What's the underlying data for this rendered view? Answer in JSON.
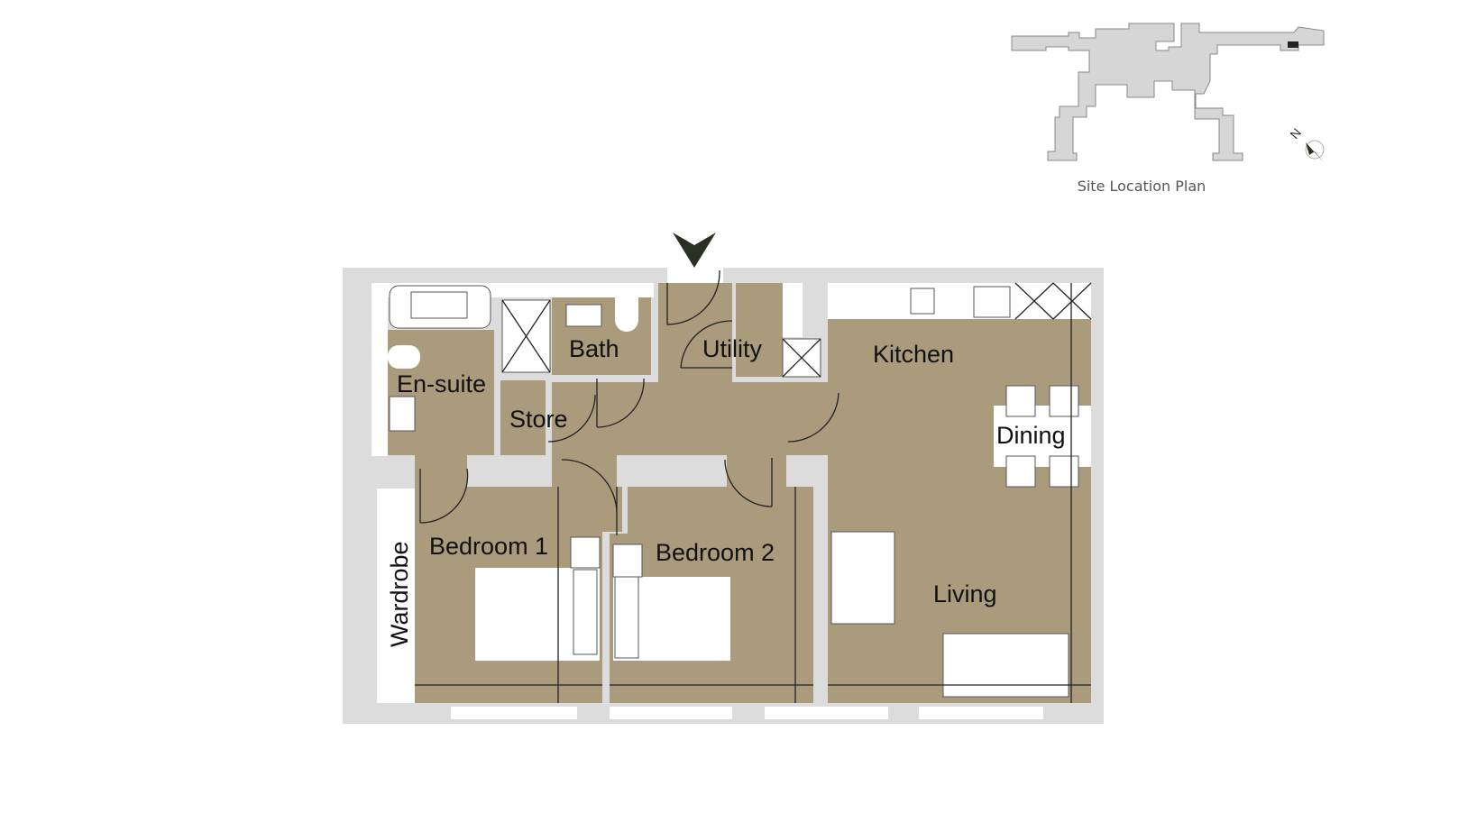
{
  "site_plan": {
    "caption": "Site Location Plan",
    "north_label": "N"
  },
  "rooms": {
    "ensuite": "En-suite",
    "bath": "Bath",
    "store": "Store",
    "utility": "Utility",
    "kitchen": "Kitchen",
    "dining": "Dining",
    "bedroom1": "Bedroom 1",
    "bedroom2": "Bedroom 2",
    "living": "Living",
    "wardrobe": "Wardrobe"
  },
  "colors": {
    "floor": "#a99b7c",
    "wall": "#dcdcdc",
    "site": "#d6d6d6",
    "entrance_arrow": "#2b3122",
    "fixtures": "#ffffff"
  }
}
